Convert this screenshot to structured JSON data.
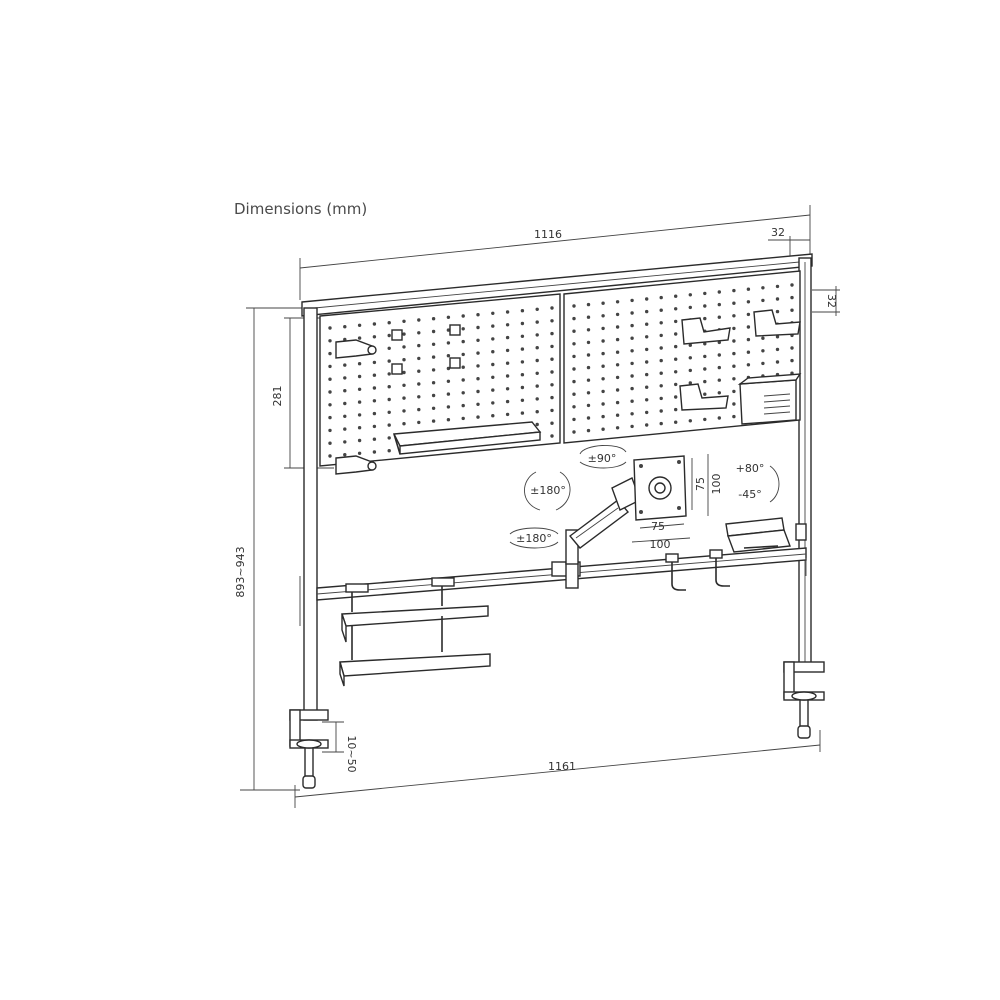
{
  "title": "Dimensions (mm)",
  "dimensions": {
    "total_width": "1116",
    "base_width": "1161",
    "height": "893~943",
    "pegboard_height": "281",
    "post_width": "32",
    "post_depth": "32",
    "clamp_range": "10~50"
  },
  "monitor_arm": {
    "swivel_arm_1": "±180°",
    "swivel_arm_2": "±180°",
    "rotation": "±90°",
    "tilt_up": "+80°",
    "tilt_down": "-45°",
    "vesa_small_w": "75",
    "vesa_large_w": "100",
    "vesa_small_h": "75",
    "vesa_large_h": "100"
  }
}
